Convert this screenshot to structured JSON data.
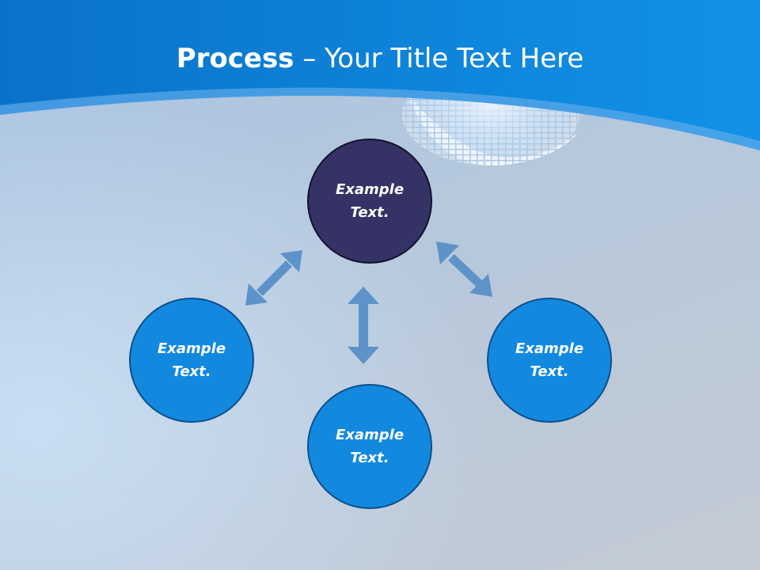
{
  "title": {
    "bold": "Process",
    "rest": " – Your Title Text Here"
  },
  "nodes": [
    {
      "text": "Example\nText.",
      "color": "#353266"
    },
    {
      "text": "Example\nText.",
      "color": "#1289df"
    },
    {
      "text": "Example\nText.",
      "color": "#1289df"
    },
    {
      "text": "Example\nText.",
      "color": "#1289df"
    }
  ],
  "colors": {
    "header": "#0f7fd6",
    "arrow": "#5d93c9"
  }
}
